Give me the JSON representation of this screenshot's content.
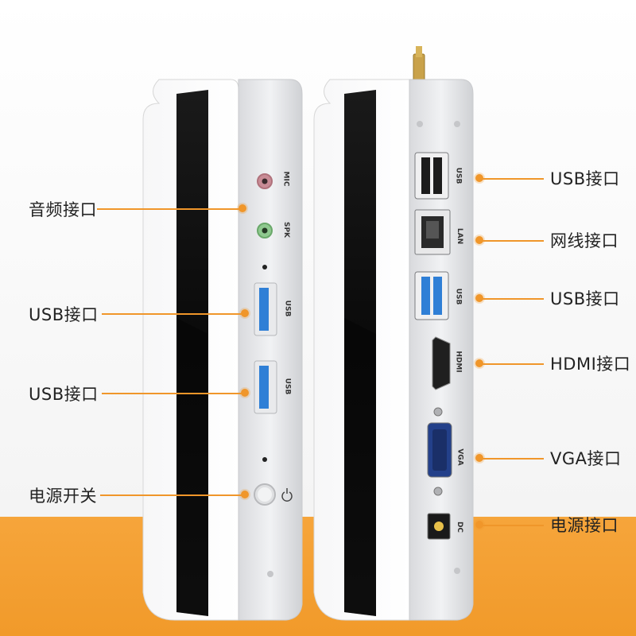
{
  "left_device": {
    "port_labels": {
      "mic": "MIC",
      "spk": "SPK",
      "usb1": "USB",
      "usb2": "USB"
    },
    "power_icon": "power-icon"
  },
  "right_device": {
    "port_labels": {
      "usb_top": "USB",
      "lan": "LAN",
      "usb_bottom": "USB",
      "hdmi": "HDMI",
      "vga": "VGA",
      "dc": "DC"
    }
  },
  "left_callouts": [
    {
      "key": "audio",
      "text": "音频接口"
    },
    {
      "key": "usb_a",
      "text": "USB接口"
    },
    {
      "key": "usb_b",
      "text": "USB接口"
    },
    {
      "key": "power",
      "text": "电源开关"
    }
  ],
  "right_callouts": [
    {
      "key": "usb_top",
      "text": "USB接口"
    },
    {
      "key": "lan",
      "text": "网线接口"
    },
    {
      "key": "usb_bottom",
      "text": "USB接口"
    },
    {
      "key": "hdmi",
      "text": "HDMI接口"
    },
    {
      "key": "vga",
      "text": "VGA接口"
    },
    {
      "key": "dc",
      "text": "电源接口"
    }
  ],
  "colors": {
    "accent": "#f0962a",
    "band": "#f4a033",
    "chassis": "#e6e7ea",
    "glass": "#111111",
    "usb3_blue": "#2f7fd6"
  }
}
